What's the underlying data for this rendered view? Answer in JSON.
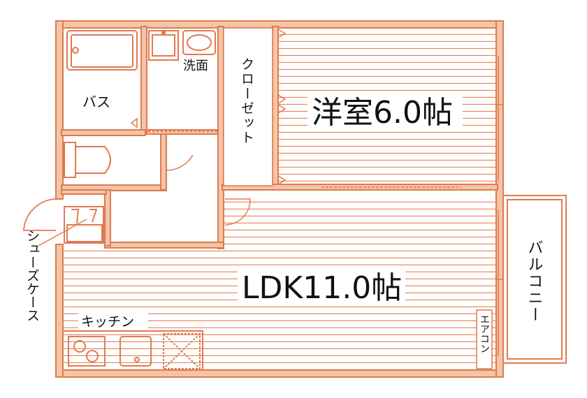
{
  "rooms": {
    "bath": "バス",
    "washroom": "洗面",
    "closet": "クローゼット",
    "western_room": "洋室6.0帖",
    "ldk": "LDK11.0帖",
    "balcony": "バルコニー",
    "shoe_case": "シューズケース",
    "kitchen": "キッチン",
    "aircon": "エアコン"
  },
  "colors": {
    "wall_fill": "#f3c5a8",
    "wall_stroke": "#e07a4f",
    "floor_line": "#e8845a",
    "text": "#111111"
  }
}
